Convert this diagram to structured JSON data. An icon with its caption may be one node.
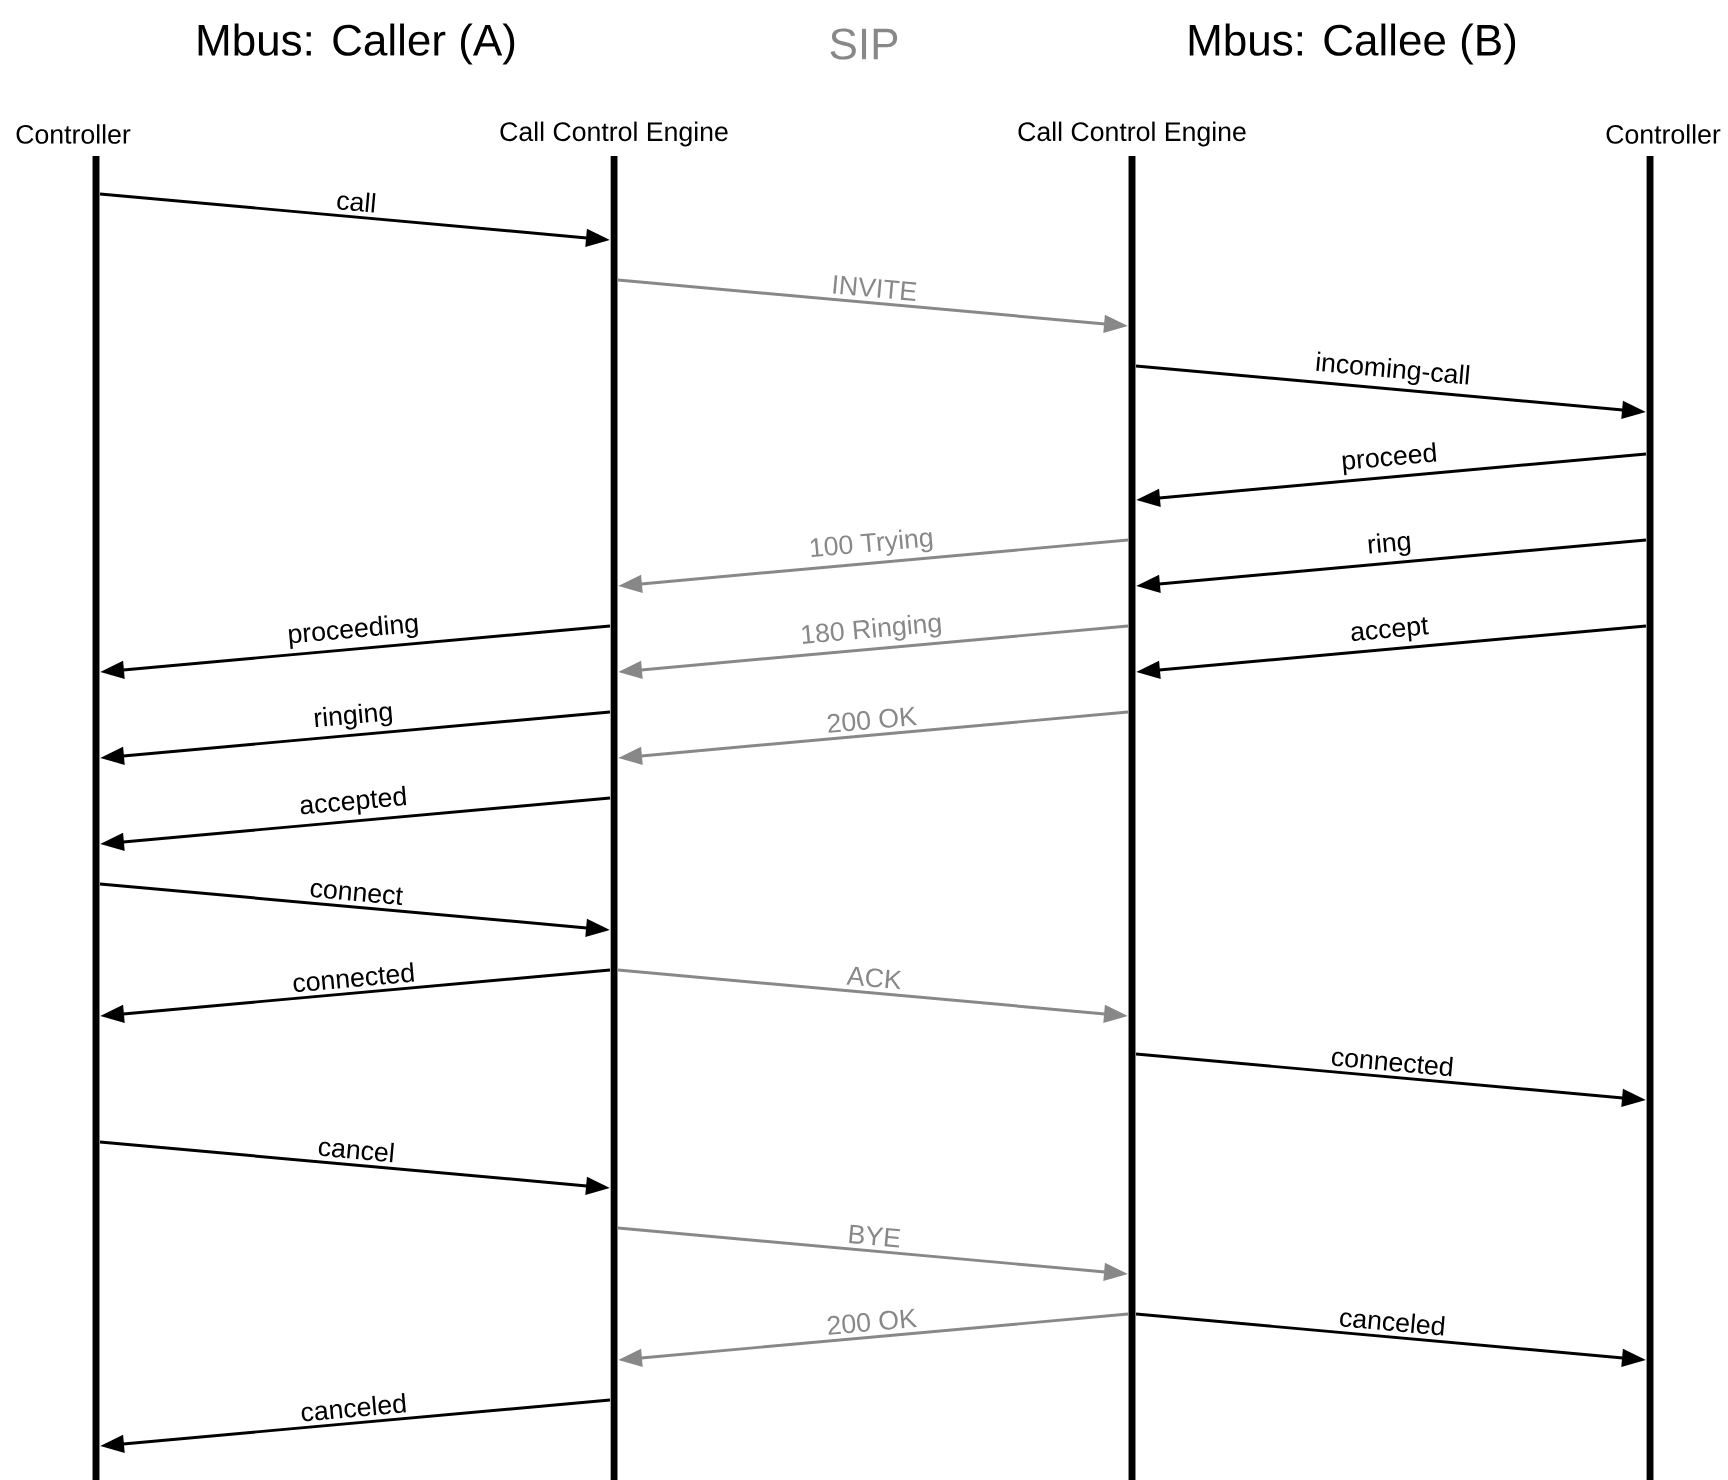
{
  "diagram": {
    "nodes": [
      {
        "text": [
          "Controller"
        ]
      },
      {
        "text": [
          "Call Control Engine"
        ]
      },
      {
        "text": [
          "Call Control Engine"
        ]
      },
      {
        "text": [
          "Controller"
        ]
      }
    ],
    "edges": [
      {
        "from": 0,
        "to": 1,
        "arrow": "to",
        "label": "call"
      },
      {
        "from": 1,
        "to": 2,
        "arrow": "to",
        "label": "INVITE",
        "color": "#888888"
      },
      {
        "from": 2,
        "to": 3,
        "arrow": "to",
        "label": "incoming-call"
      },
      {
        "from": 3,
        "to": 2,
        "arrow": "to",
        "label": "proceed"
      },
      {
        "from": 2,
        "to": 1,
        "arrow": "to",
        "label": "100 Trying",
        "color": "#888888"
      },
      {
        "from": 3,
        "to": 2,
        "arrow": "to",
        "label": "ring"
      },
      {
        "from": 1,
        "to": 0,
        "arrow": "to",
        "label": "proceeding"
      },
      {
        "from": 2,
        "to": 1,
        "arrow": "to",
        "label": "180 Ringing",
        "color": "#888888"
      },
      {
        "from": 3,
        "to": 2,
        "arrow": "to",
        "label": "accept"
      },
      {
        "from": 1,
        "to": 0,
        "arrow": "to",
        "label": "ringing"
      },
      {
        "from": 2,
        "to": 1,
        "arrow": "to",
        "label": "200 OK",
        "color": "#888888"
      },
      {
        "from": 1,
        "to": 0,
        "arrow": "to",
        "label": "accepted"
      },
      {
        "from": 0,
        "to": 1,
        "arrow": "to",
        "label": "connect"
      },
      {
        "from": 1,
        "to": 0,
        "arrow": "to",
        "label": "connected"
      },
      {
        "from": 1,
        "to": 2,
        "arrow": "to",
        "label": "ACK",
        "color": "#888888"
      },
      {
        "from": 2,
        "to": 3,
        "arrow": "to",
        "label": "connected"
      },
      {
        "from": 0,
        "to": 1,
        "arrow": "to",
        "label": "cancel"
      },
      {
        "from": 1,
        "to": 2,
        "arrow": "to",
        "label": "BYE",
        "color": "#888888"
      },
      {
        "from": 2,
        "to": 1,
        "arrow": "to",
        "label": "200 OK",
        "color": "#888888"
      },
      {
        "from": 2,
        "to": 3,
        "arrow": "to",
        "label": "canceled"
      },
      {
        "from": 1,
        "to": 0,
        "arrow": "to",
        "label": "canceled"
      }
    ],
    "labels": [
      "Mbus: Caller (A)",
      "SIP",
      "Mbus: Callee (B)"
    ]
  }
}
